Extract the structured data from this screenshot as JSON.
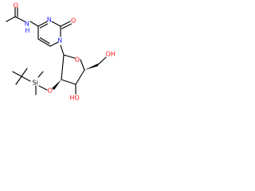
{
  "molecule": {
    "atoms": {
      "n_amide": "N",
      "h_amide": "H",
      "o_acetyl": "O",
      "n_ring_top": "N",
      "o_ring": "O",
      "n_ring_glycosidic": "N",
      "o_sugar_ring": "O",
      "o_tbs_ether": "O",
      "si_tbs": "Si",
      "o_sugar_oh": "OH",
      "h_sugar_oh": "HO",
      "oh_primary": "OH"
    },
    "colors": {
      "nitrogen": "#1f22ff",
      "oxygen": "#ff0d0d",
      "carbon_bonds": "#000000",
      "silicon": "#000000"
    }
  }
}
